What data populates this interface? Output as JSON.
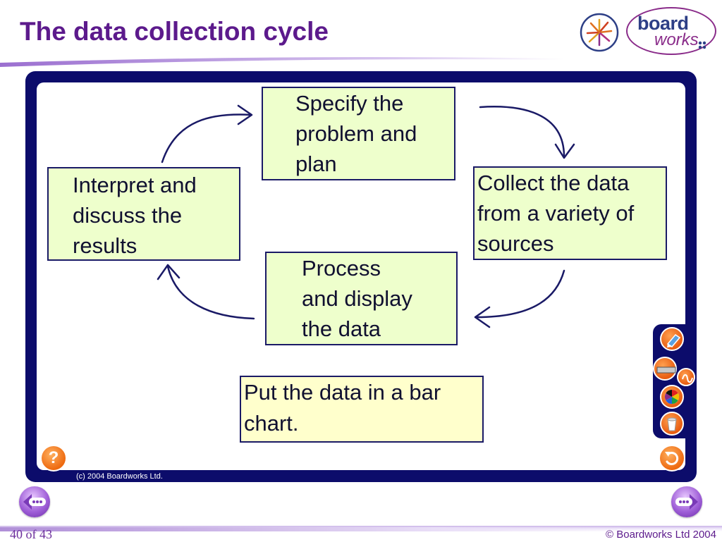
{
  "slide": {
    "title": "The data collection cycle"
  },
  "logo": {
    "wordmark_top": "board",
    "wordmark_bottom": "works"
  },
  "cycle": {
    "specify": [
      "Specify the",
      "problem and",
      "plan"
    ],
    "collect": [
      "Collect the data",
      "from a variety of",
      "sources"
    ],
    "process": [
      "Process",
      "and display",
      "the data"
    ],
    "interpret": [
      "Interpret and",
      "discuss the",
      "results"
    ]
  },
  "note": [
    "Put the data in a bar",
    "chart."
  ],
  "inner_copyright": "(c) 2004 Boardworks Ltd.",
  "buttons": {
    "help_label": "?"
  },
  "footer": {
    "page_indicator": "40 of 43",
    "copyright": "© Boardworks Ltd 2004"
  },
  "colors": {
    "title": "#5c1a8c",
    "frame": "#0c0c6b",
    "box_fill": "#eeffcc",
    "note_fill": "#ffffcc",
    "accent_orange": "#ee6a10",
    "nav_purple": "#a060d8"
  },
  "icons": {
    "toolbar": [
      "pen-eraser-icon",
      "ruler-icon",
      "wave-icon",
      "color-wheel-icon",
      "trash-icon"
    ],
    "return": "return-arrow-icon",
    "nav_prev": "previous-slide-icon",
    "nav_next": "next-slide-icon"
  }
}
